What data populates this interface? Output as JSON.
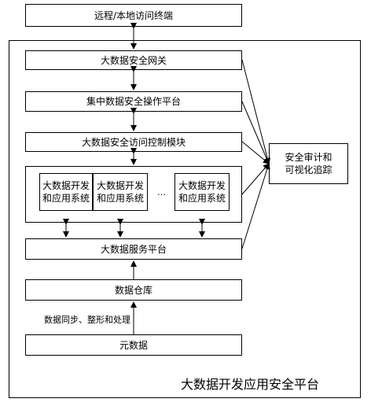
{
  "nodes": {
    "terminal": "远程/本地访问终端",
    "gateway": "大数据安全网关",
    "ops_platform": "集中数据安全操作平台",
    "access_control": "大数据安全访问控制模块",
    "app_system_1": "大数据开发\n和应用系统",
    "app_system_2": "大数据开发\n和应用系统",
    "ellipsis": "…",
    "app_system_3": "大数据开发\n和应用系统",
    "service_platform": "大数据服务平台",
    "warehouse": "数据仓库",
    "metadata": "元数据",
    "audit": "安全审计和\n可视化追踪"
  },
  "edge_labels": {
    "sync": "数据同步、整形和处理"
  },
  "platform_title": "大数据开发应用安全平台"
}
